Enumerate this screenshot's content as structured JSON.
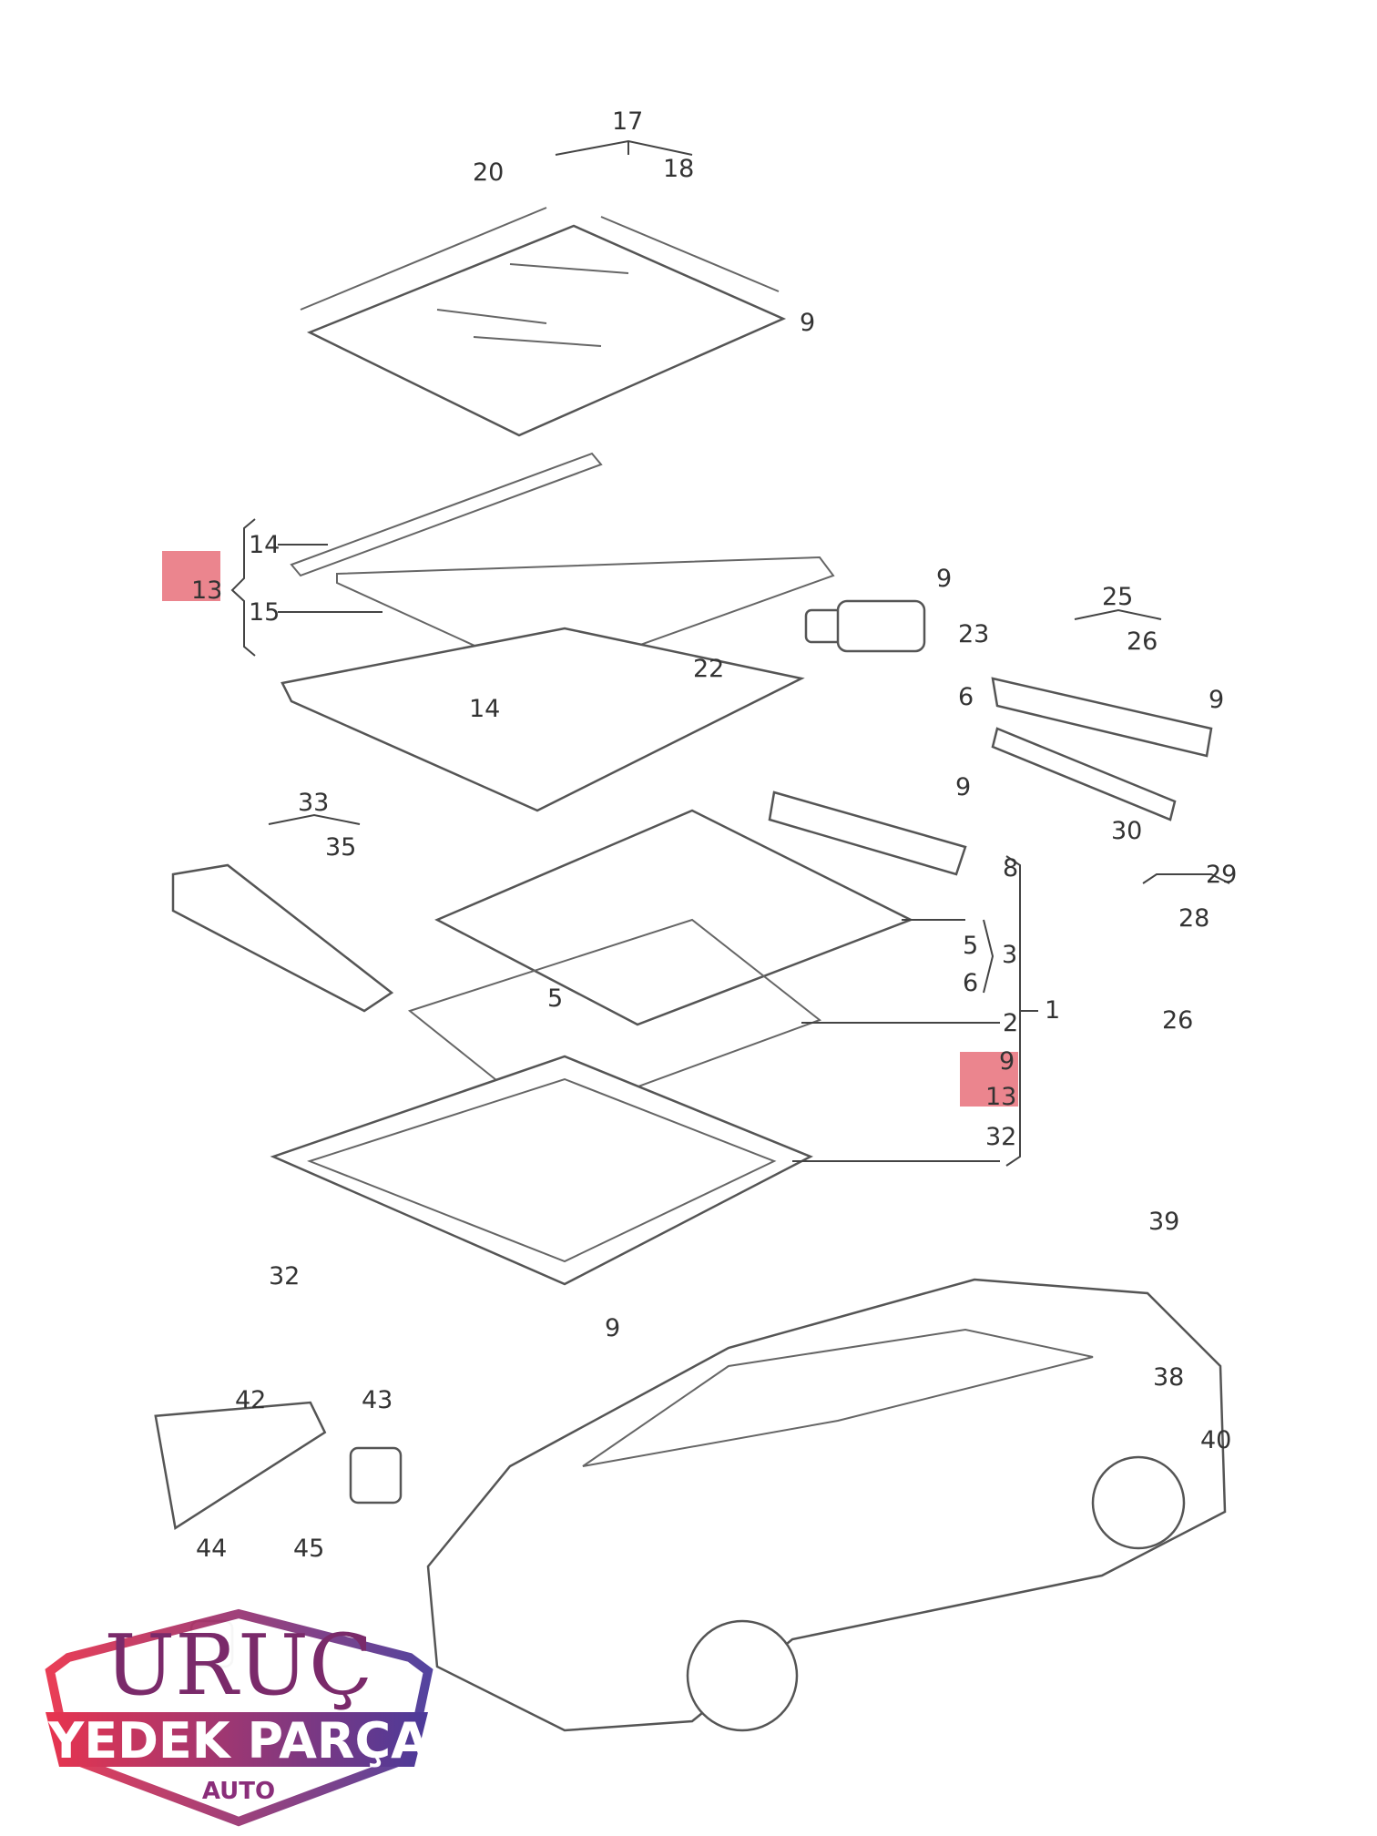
{
  "diagram": {
    "title": "Sunroof exploded parts diagram",
    "labels": {
      "l17": "17",
      "l18": "18",
      "l20": "20",
      "l9a": "9",
      "l14a": "14",
      "l13a": "13",
      "l15": "15",
      "l9b": "9",
      "l23": "23",
      "l22": "22",
      "l25": "25",
      "l26a": "26",
      "l14b": "14",
      "l6a": "6",
      "l9c": "9",
      "l9d": "9",
      "l30": "30",
      "l8": "8",
      "l29": "29",
      "l28": "28",
      "l33": "33",
      "l35": "35",
      "l5a": "5",
      "l3": "3",
      "l6b": "6",
      "l1": "1",
      "l5b": "5",
      "l2": "2",
      "l26b": "26",
      "l9e": "9",
      "l13b": "13",
      "l32a": "32",
      "l39": "39",
      "l32b": "32",
      "l9f": "9",
      "l38": "38",
      "l42": "42",
      "l43": "43",
      "l40": "40",
      "l44": "44",
      "l45": "45"
    },
    "highlight_color": "#e8707a"
  },
  "logo": {
    "name": "URUÇ",
    "subtitle": "YEDEK PARÇA",
    "tagline": "AUTO",
    "colors": {
      "start": "#e8344e",
      "end": "#4b3a9a"
    }
  }
}
